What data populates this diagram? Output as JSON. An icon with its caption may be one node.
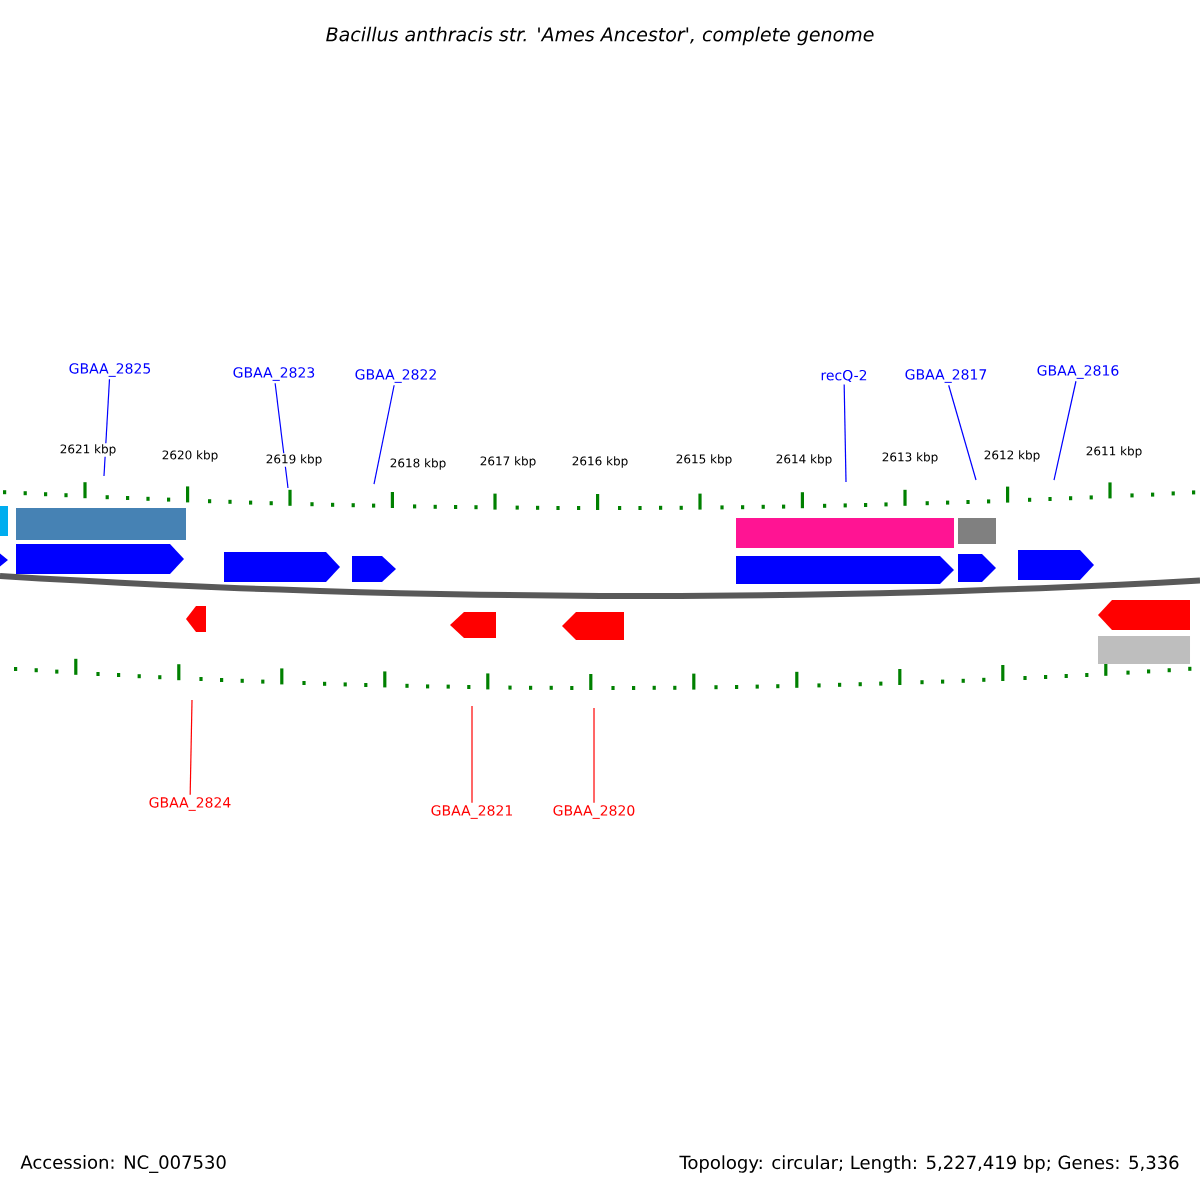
{
  "diagram": {
    "title": "Bacillus anthracis str. 'Ames Ancestor', complete genome",
    "nodes": [
      {
        "text": [
          "GBAA_2825"
        ]
      },
      {
        "text": [
          "GBAA_2823"
        ]
      },
      {
        "text": [
          "GBAA_2822"
        ]
      },
      {
        "text": [
          "recQ-2"
        ]
      },
      {
        "text": [
          "GBAA_2817"
        ]
      },
      {
        "text": [
          "GBAA_2816"
        ]
      },
      {
        "text": [
          "GBAA_2824"
        ]
      },
      {
        "text": [
          "GBAA_2821"
        ]
      },
      {
        "text": [
          "GBAA_2820"
        ]
      }
    ],
    "edges": [
      {
        "from": 0,
        "to": null,
        "arrow": "none"
      },
      {
        "from": 1,
        "to": null,
        "arrow": "none"
      },
      {
        "from": 2,
        "to": null,
        "arrow": "none"
      },
      {
        "from": 3,
        "to": null,
        "arrow": "none"
      },
      {
        "from": 4,
        "to": null,
        "arrow": "none"
      },
      {
        "from": 5,
        "to": null,
        "arrow": "none"
      },
      {
        "from": 6,
        "to": null,
        "arrow": "none",
        "color": "#ff0000"
      },
      {
        "from": 7,
        "to": null,
        "arrow": "none",
        "color": "#ff0000"
      },
      {
        "from": 8,
        "to": null,
        "arrow": "none",
        "color": "#ff0000"
      }
    ],
    "labels": [
      "2621 kbp",
      "2620 kbp",
      "2619 kbp",
      "2618 kbp",
      "2617 kbp",
      "2616 kbp",
      "2615 kbp",
      "2614 kbp",
      "2613 kbp",
      "2612 kbp",
      "2611 kbp",
      "Accession: NC_007530",
      "Topology: circular; Length: 5,227,419 bp; Genes: 5,336"
    ]
  }
}
